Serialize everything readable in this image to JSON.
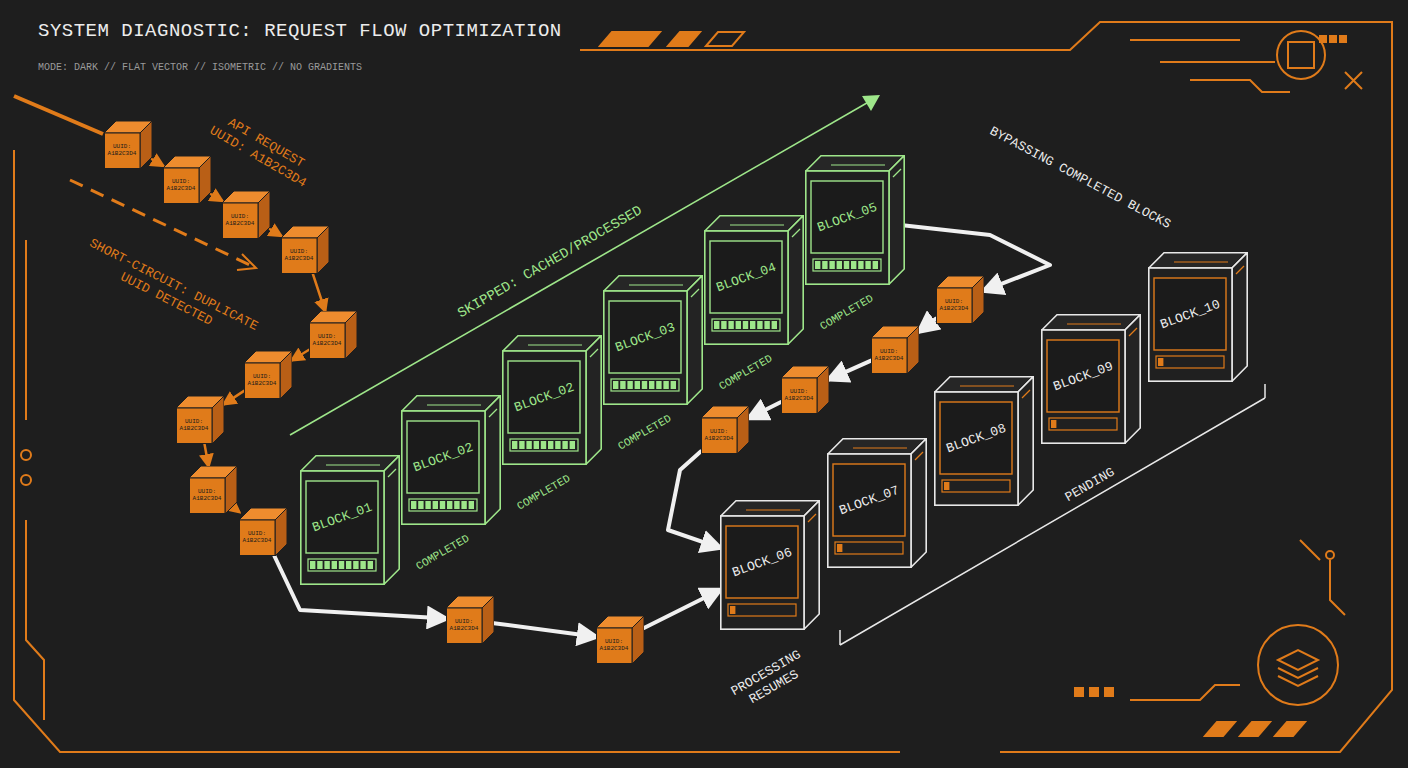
{
  "diagram": {
    "title": "SYSTEM DIAGNOSTIC: REQUEST FLOW OPTIMIZATION",
    "nodes": [
      {
        "text": [
          "UUID: A1B2C3D4"
        ]
      },
      {
        "text": [
          "UUID: A1B2C3D4"
        ]
      },
      {
        "text": [
          "UUID: A1B2C3D4"
        ]
      },
      {
        "text": [
          "UUID: A1B2C3D4"
        ]
      },
      {
        "text": [
          "UUID: A1B2C3D4"
        ]
      },
      {
        "text": [
          "UUID: A1B2C3D4"
        ]
      },
      {
        "text": [
          "UUID: A1B2C3D4"
        ]
      },
      {
        "text": [
          "UUID: A1B2C3D4"
        ]
      },
      {
        "text": [
          "UUID: A1B2C3D4"
        ]
      },
      {
        "text": [
          "UUID: A1B2C3D4"
        ]
      },
      {
        "text": [
          "UUID: A1B2C3D4"
        ]
      },
      {
        "text": [
          "BLOCK_01"
        ]
      },
      {
        "text": [
          "BLOCK_02"
        ]
      },
      {
        "text": [
          "BLOCK_02"
        ]
      },
      {
        "text": [
          "BLOCK_03"
        ]
      },
      {
        "text": [
          "BLOCK_04"
        ]
      },
      {
        "text": [
          "BLOCK_05"
        ]
      },
      {
        "text": [
          "UUID: A1B2C3D4"
        ]
      },
      {
        "text": [
          "UUID: A1B2C3D4"
        ]
      },
      {
        "text": [
          "UUID: A1B2C3D4"
        ]
      },
      {
        "text": [
          "UUID: A1B2C3D4"
        ]
      },
      {
        "text": [
          "BLOCK_06"
        ]
      },
      {
        "text": [
          "BLOCK_07"
        ]
      },
      {
        "text": [
          "BLOCK_08"
        ]
      },
      {
        "text": [
          "BLOCK_09"
        ]
      },
      {
        "text": [
          "BLOCK_10"
        ]
      }
    ],
    "edges": [
      {
        "from": 0,
        "to": 1,
        "arrow": "to"
      },
      {
        "from": 1,
        "to": 2,
        "arrow": "to"
      },
      {
        "from": 2,
        "to": 3,
        "arrow": "to"
      },
      {
        "from": 3,
        "to": 4,
        "arrow": "to"
      },
      {
        "from": 4,
        "to": 5,
        "arrow": "to"
      },
      {
        "from": 5,
        "to": 6,
        "arrow": "to"
      },
      {
        "from": 6,
        "to": 7,
        "arrow": "to"
      },
      {
        "from": 7,
        "to": 8,
        "arrow": "to"
      },
      {
        "from": 8,
        "to": 9,
        "arrow": "to"
      },
      {
        "from": 9,
        "to": 10,
        "arrow": "to"
      },
      {
        "from": 10,
        "to": 21,
        "arrow": "to"
      },
      {
        "from": 16,
        "to": 17,
        "arrow": "to"
      },
      {
        "from": 17,
        "to": 18,
        "arrow": "to"
      },
      {
        "from": 18,
        "to": 19,
        "arrow": "to"
      },
      {
        "from": 19,
        "to": 20,
        "arrow": "to"
      },
      {
        "from": 20,
        "to": 21,
        "arrow": "to"
      }
    ],
    "labels": [
      "MODE: DARK // FLAT VECTOR // ISOMETRIC // NO GRADIENTS",
      "API REQUEST UUID: A1B2C3D4",
      "SHORT-CIRCUIT: DUPLICATE UUID DETECTED",
      "SKIPPED: CACHED/PROCESSED",
      "COMPLETED",
      "COMPLETED",
      "COMPLETED",
      "COMPLETED",
      "COMPLETED",
      "BYPASSING COMPLETED BLOCKS",
      "PROCESSING RESUMES",
      "PENDING"
    ]
  }
}
